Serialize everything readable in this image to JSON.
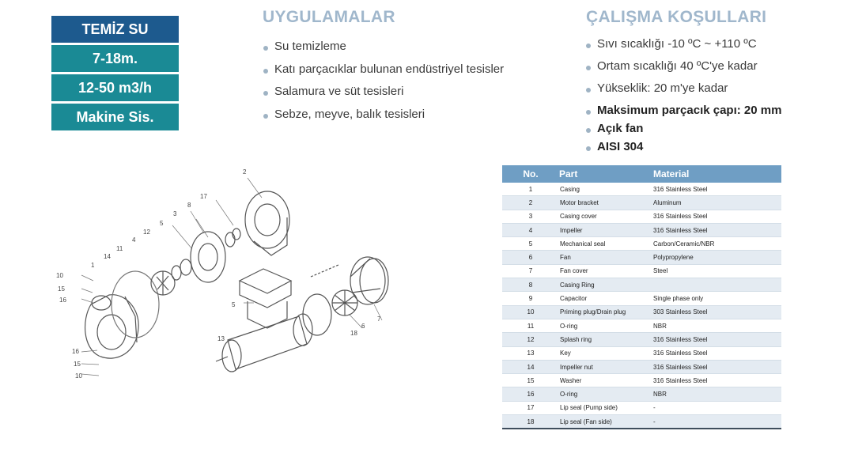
{
  "badges": [
    "TEMİZ SU",
    "7-18m.",
    "12-50 m3/h",
    "Makine Sis."
  ],
  "applications": {
    "title": "UYGULAMALAR",
    "items": [
      "Su temizleme",
      "Katı parçacıklar bulunan endüstriyel tesisler",
      "Salamura ve süt tesisleri",
      "Sebze, meyve, balık tesisleri"
    ]
  },
  "conditions": {
    "title": "ÇALIŞMA KOŞULLARI",
    "items": [
      "Sıvı sıcaklığı -10 ºC ~ +110 ºC",
      "Ortam sıcaklığı 40 ºC'ye kadar",
      "Yükseklik: 20 m'ye kadar"
    ],
    "bold_items": [
      "Maksimum parçacık çapı: 20 mm",
      "Açık fan",
      "AISI 304"
    ]
  },
  "drawing": {
    "labels": [
      "2",
      "17",
      "8",
      "3",
      "5",
      "12",
      "4",
      "11",
      "14",
      "1",
      "10",
      "15",
      "16",
      "5",
      "13",
      "6",
      "18",
      "7",
      "16",
      "15",
      "10"
    ]
  },
  "parts_table": {
    "headers": [
      "No.",
      "Part",
      "Material"
    ],
    "rows": [
      [
        "1",
        "Casing",
        "316 Stainless Steel"
      ],
      [
        "2",
        "Motor bracket",
        "Aluminum"
      ],
      [
        "3",
        "Casing cover",
        "316 Stainless Steel"
      ],
      [
        "4",
        "Impeller",
        "316 Stainless Steel"
      ],
      [
        "5",
        "Mechanical seal",
        "Carbon/Ceramic/NBR"
      ],
      [
        "6",
        "Fan",
        "Polypropylene"
      ],
      [
        "7",
        "Fan cover",
        "Steel"
      ],
      [
        "8",
        "Casing Ring",
        ""
      ],
      [
        "9",
        "Capacitor",
        "Single phase only"
      ],
      [
        "10",
        "Priming plug/Drain plug",
        "303 Stainless Steel"
      ],
      [
        "11",
        "O-ring",
        "NBR"
      ],
      [
        "12",
        "Splash ring",
        "316 Stainless Steel"
      ],
      [
        "13",
        "Key",
        "316 Stainless Steel"
      ],
      [
        "14",
        "Impeller nut",
        "316 Stainless Steel"
      ],
      [
        "15",
        "Washer",
        "316 Stainless Steel"
      ],
      [
        "16",
        "O-ring",
        "NBR"
      ],
      [
        "17",
        "Lip seal (Pump side)",
        "-"
      ],
      [
        "18",
        "Lip seal (Fan side)",
        "-"
      ]
    ]
  }
}
